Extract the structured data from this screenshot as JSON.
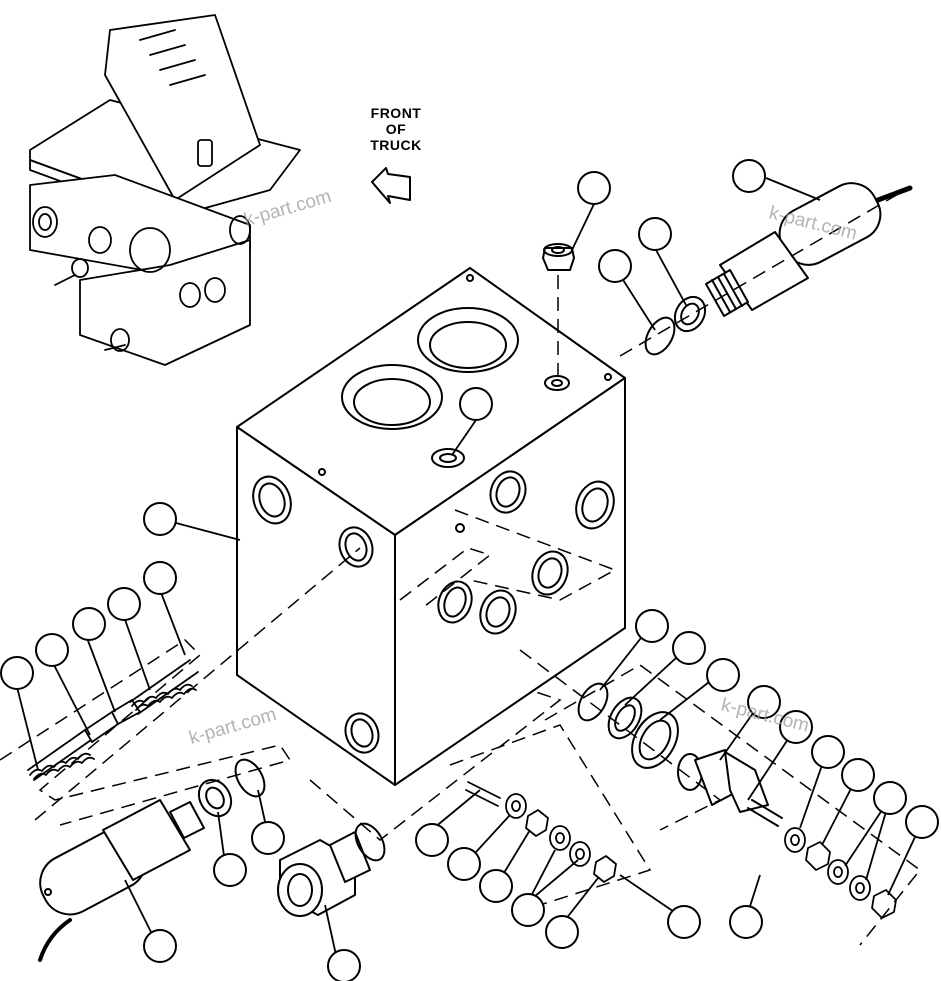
{
  "orientation_label": {
    "line1": "FRONT",
    "line2": "OF",
    "line3": "TRUCK"
  },
  "watermark": "k-part.com",
  "callouts": [
    {
      "id": "c01"
    },
    {
      "id": "c02"
    },
    {
      "id": "c03"
    },
    {
      "id": "c04"
    },
    {
      "id": "c05"
    },
    {
      "id": "c06"
    },
    {
      "id": "c07"
    },
    {
      "id": "c08"
    },
    {
      "id": "c09"
    },
    {
      "id": "c10"
    },
    {
      "id": "c11"
    },
    {
      "id": "c12"
    },
    {
      "id": "c13"
    },
    {
      "id": "c14"
    },
    {
      "id": "c15"
    },
    {
      "id": "c16"
    },
    {
      "id": "c17"
    },
    {
      "id": "c18"
    },
    {
      "id": "c19"
    },
    {
      "id": "c20"
    },
    {
      "id": "c21"
    },
    {
      "id": "c22"
    },
    {
      "id": "c23"
    },
    {
      "id": "c24"
    },
    {
      "id": "c25"
    },
    {
      "id": "c26"
    },
    {
      "id": "c27"
    },
    {
      "id": "c28"
    },
    {
      "id": "c29"
    },
    {
      "id": "c30"
    },
    {
      "id": "c31"
    },
    {
      "id": "c32"
    },
    {
      "id": "c33"
    },
    {
      "id": "c34"
    }
  ],
  "colors": {
    "ink": "#000000",
    "paper": "#ffffff",
    "watermark": "#9a9a9a"
  }
}
